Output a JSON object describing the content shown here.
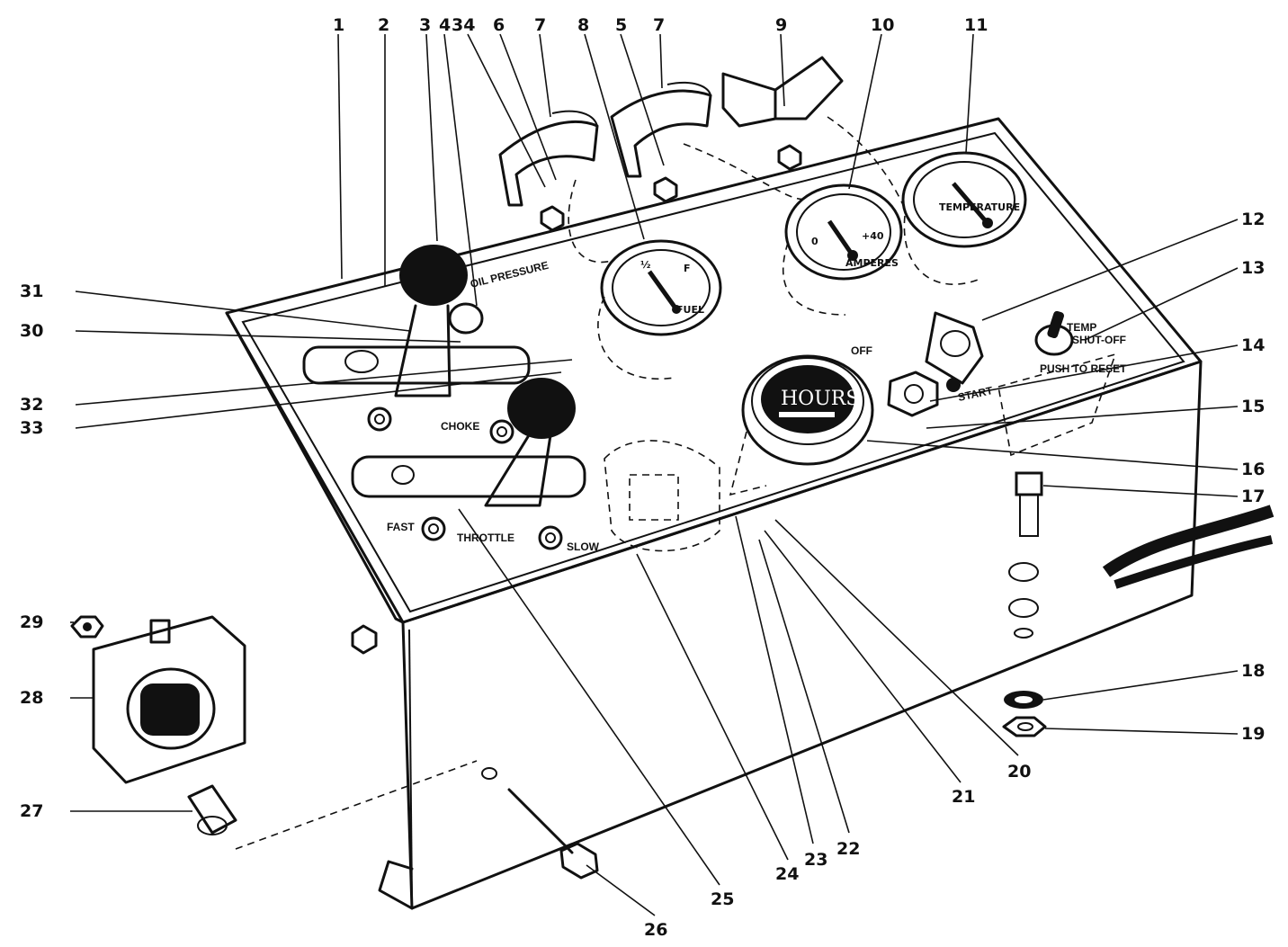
{
  "panel_labels": {
    "oil_pressure": "OIL PRESSURE",
    "choke": "CHOKE",
    "fast": "FAST",
    "throttle": "THROTTLE",
    "slow": "SLOW",
    "off": "OFF",
    "start": "START",
    "temp_shutoff_line1": "TEMP",
    "temp_shutoff_line2": "SHUT-OFF",
    "push_to_reset": "PUSH TO RESET",
    "hour_meter": "HOURS",
    "fuel_half": "½",
    "fuel_full": "F",
    "fuel_word": "FUEL",
    "amp_plus": "+40",
    "amp_minus": "0",
    "amp_word": "AMPERES",
    "temp_word": "TEMPERATURE"
  },
  "callouts": [
    {
      "num": "1"
    },
    {
      "num": "2"
    },
    {
      "num": "3"
    },
    {
      "num": "4"
    },
    {
      "num": "34"
    },
    {
      "num": "6"
    },
    {
      "num": "7"
    },
    {
      "num": "8"
    },
    {
      "num": "5"
    },
    {
      "num": "7"
    },
    {
      "num": "9"
    },
    {
      "num": "10"
    },
    {
      "num": "11"
    },
    {
      "num": "12"
    },
    {
      "num": "13"
    },
    {
      "num": "14"
    },
    {
      "num": "15"
    },
    {
      "num": "16"
    },
    {
      "num": "17"
    },
    {
      "num": "18"
    },
    {
      "num": "19"
    },
    {
      "num": "20"
    },
    {
      "num": "21"
    },
    {
      "num": "22"
    },
    {
      "num": "23"
    },
    {
      "num": "24"
    },
    {
      "num": "25"
    },
    {
      "num": "26"
    },
    {
      "num": "27"
    },
    {
      "num": "28"
    },
    {
      "num": "29"
    },
    {
      "num": "30"
    },
    {
      "num": "31"
    },
    {
      "num": "32"
    },
    {
      "num": "33"
    }
  ]
}
